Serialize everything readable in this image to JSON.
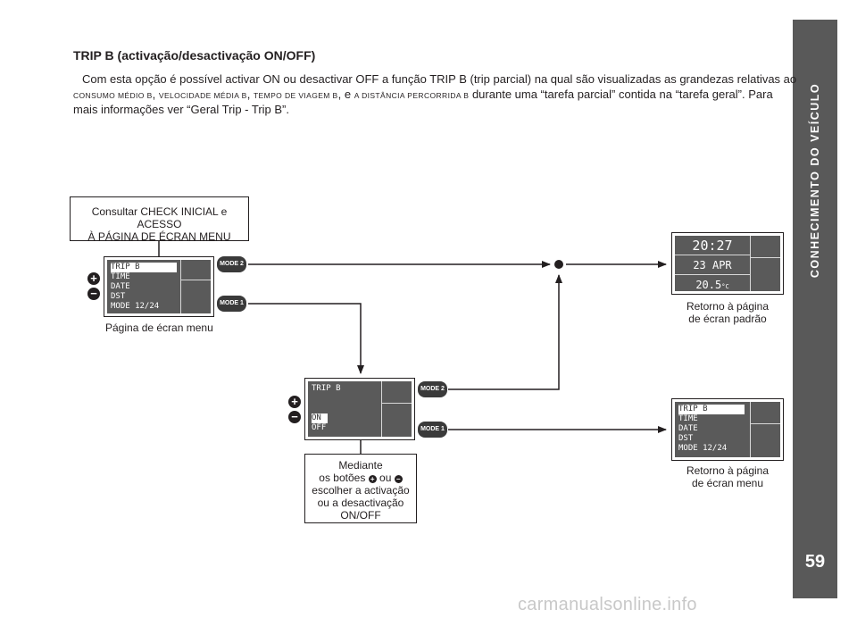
{
  "sidebar": {
    "section_title": "CONHECIMENTO DO VEÍCULO",
    "page_number": "59"
  },
  "heading": {
    "lead": "TRIP B",
    "rest": " (activação/desactivação ON/OFF)"
  },
  "body": {
    "line1": "Com esta opção é possível activar ON ou desactivar OFF a função TRIP B (trip parcial) na qual são visualizadas as grandezas relativas ao",
    "line2_sc1": "consumo médio b",
    "line2_sep1": ", ",
    "line2_sc2": "velocidade média b",
    "line2_sep2": ", ",
    "line2_sc3": "tempo de viagem b",
    "line2_sep3": ", e ",
    "line2_sc4": "a distância percorrida b",
    "line2_rest": " durante uma “tarefa parcial” contida na “tarefa geral”. Para",
    "line3": "mais informações ver “Geral Trip - Trip B”."
  },
  "flow": {
    "consult_box": {
      "line1": "Consultar CHECK INICIAL e ACESSO",
      "line2": "À PÁGINA DE ÉCRAN MENU"
    },
    "menu_screen": {
      "lines": [
        "TRIP B",
        "TIME",
        "DATE",
        "DST",
        "MODE 12/24"
      ],
      "caption": "Página de écran menu"
    },
    "trip_screen": {
      "title": "TRIP B",
      "options": [
        "ON",
        "OFF"
      ]
    },
    "standard_screen": {
      "time": "20:27",
      "date": "23 APR",
      "temp_value": "20.5",
      "temp_unit": "°C",
      "caption_line1": "Retorno à página",
      "caption_line2": "de écran padrão"
    },
    "menu_screen_return": {
      "lines": [
        "TRIP B",
        "TIME",
        "DATE",
        "DST",
        "MODE 12/24"
      ],
      "caption_line1": "Retorno à página",
      "caption_line2": "de écran menu"
    },
    "mediante_box": {
      "line1": "Mediante",
      "line2a": "os botões",
      "line2b": "ou",
      "line3": "escolher a activação",
      "line4": "ou a desactivação",
      "line5": "ON/OFF"
    },
    "buttons": {
      "mode2": "MODE 2",
      "mode1": "MODE 1",
      "plus": "+",
      "minus": "−"
    }
  },
  "watermark": "carmanualsonline.info",
  "colors": {
    "sidebar": "#595959",
    "lcd": "#5a5a5a",
    "text": "#231f20"
  }
}
